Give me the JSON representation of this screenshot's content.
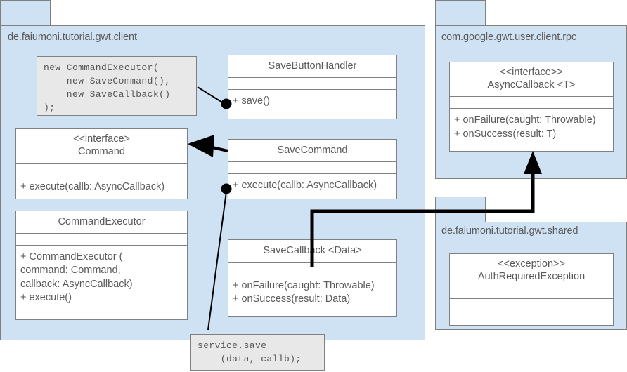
{
  "diagram": {
    "title": "GWT Command pattern UML class diagram",
    "colors": {
      "package_fill": "#cfe2f3",
      "package_border": "#808080",
      "class_fill": "#ffffff",
      "class_border": "#808080",
      "note_fill": "#e8e8e8",
      "text": "#5a5a5a",
      "connector": "#000000",
      "canvas": "#ffffff"
    }
  },
  "packages": [
    {
      "id": "client",
      "name": "de.faiumoni.tutorial.gwt.client"
    },
    {
      "id": "rpc",
      "name": "com.google.gwt.user.client.rpc"
    },
    {
      "id": "shared",
      "name": "de.faiumoni.tutorial.gwt.shared"
    }
  ],
  "classes": [
    {
      "id": "save-button-handler",
      "package": "client",
      "stereotype": "",
      "name": "SaveButtonHandler",
      "attributes": [],
      "operations": [
        "+ save()"
      ]
    },
    {
      "id": "command",
      "package": "client",
      "stereotype": "<<interface>",
      "name": "Command",
      "attributes": [],
      "operations": [
        "+ execute(callb: AsyncCallback)"
      ]
    },
    {
      "id": "save-command",
      "package": "client",
      "stereotype": "",
      "name": "SaveCommand",
      "attributes": [],
      "operations": [
        "+ execute(callb: AsyncCallback)"
      ]
    },
    {
      "id": "command-executor",
      "package": "client",
      "stereotype": "",
      "name": "CommandExecutor",
      "attributes": [],
      "operations": [
        "+ CommandExecutor (\n     command: Command,\n     callback: AsyncCallback)\n+ execute()"
      ]
    },
    {
      "id": "save-callback",
      "package": "client",
      "stereotype": "",
      "name": "SaveCallback <Data>",
      "attributes": [],
      "operations": [
        "+ onFailure(caught: Throwable)\n+ onSuccess(result: Data)"
      ]
    },
    {
      "id": "async-callback",
      "package": "rpc",
      "stereotype": "<<interface>>",
      "name": "AsyncCallback <T>",
      "attributes": [],
      "operations": [
        "+ onFailure(caught: Throwable)\n+ onSuccess(result: T)"
      ]
    },
    {
      "id": "auth-required-exception",
      "package": "shared",
      "stereotype": "<<exception>>",
      "name": "AuthRequiredException",
      "attributes": [],
      "operations": [
        ""
      ]
    }
  ],
  "notes": [
    {
      "id": "command-executor-note",
      "text": "new CommandExecutor(\n    new SaveCommand(),\n    new SaveCallback()\n);",
      "anchored_to": "save-button-handler"
    },
    {
      "id": "service-save-note",
      "text": "service.save\n    (data, callb);",
      "anchored_to": "save-command"
    }
  ],
  "relationships": [
    {
      "id": "save-command-realizes-command",
      "type": "generalization",
      "from": "save-command",
      "to": "command",
      "arrow": "solid-filled-triangle"
    },
    {
      "id": "save-callback-realizes-async-callback",
      "type": "generalization",
      "from": "save-callback",
      "to": "async-callback",
      "arrow": "solid-filled-triangle"
    }
  ]
}
